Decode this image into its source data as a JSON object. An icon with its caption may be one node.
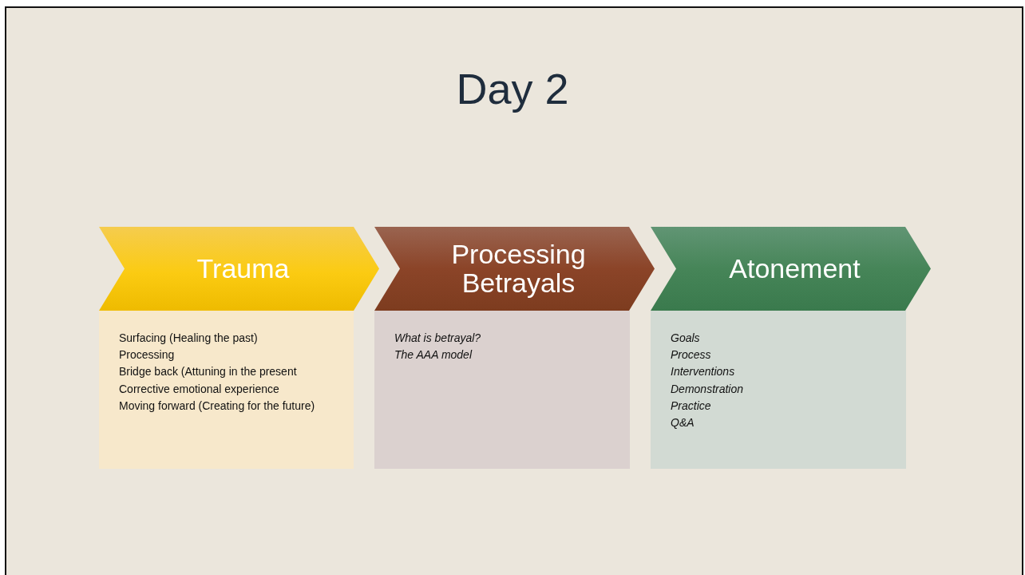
{
  "diagram": {
    "title": "Day 2",
    "nodes": [
      {
        "text": [
          "Trauma"
        ]
      },
      {
        "text": [
          "Surfacing (Healing the past)",
          "Processing",
          "Bridge back (Attuning in the present",
          "Corrective emotional experience",
          "Moving forward (Creating for the future)"
        ]
      },
      {
        "text": [
          "Processing Betrayals"
        ]
      },
      {
        "text": [
          "What is betrayal?",
          "The AAA model"
        ]
      },
      {
        "text": [
          "Atonement"
        ]
      },
      {
        "text": [
          "Goals",
          "Process",
          "Interventions",
          "Demonstration",
          "Practice",
          "Q&A"
        ]
      }
    ],
    "edges": []
  }
}
